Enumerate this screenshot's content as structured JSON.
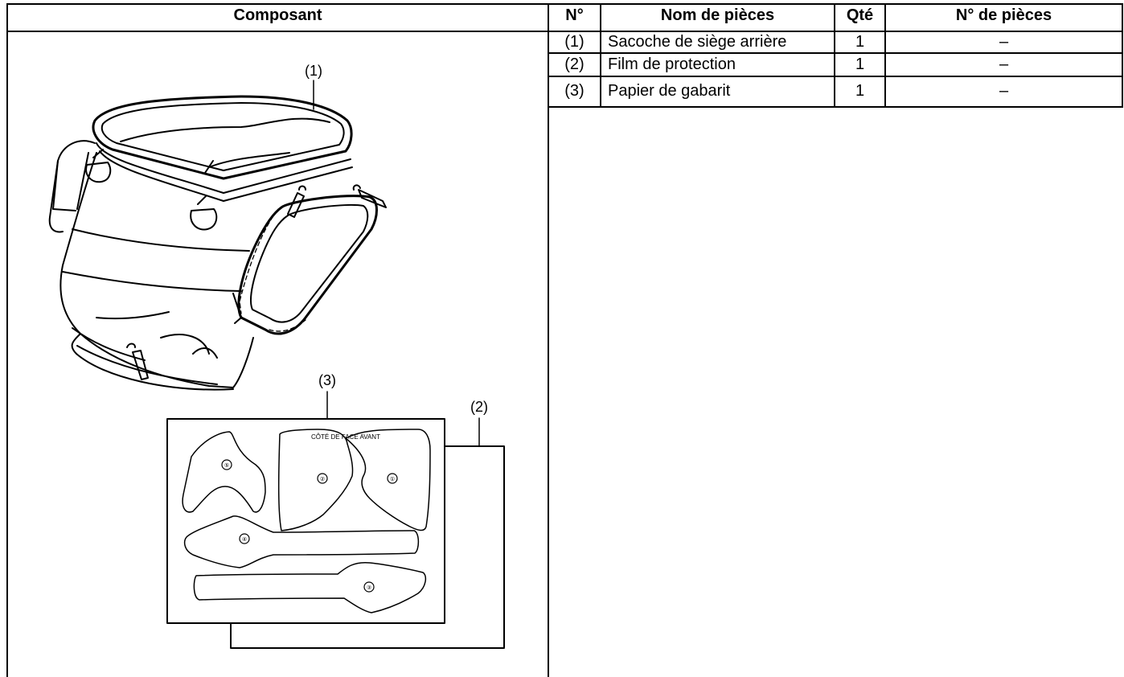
{
  "table": {
    "headers": {
      "composant": "Composant",
      "no": "N°",
      "nom": "Nom de pièces",
      "qte": "Qté",
      "no_pieces": "N° de pièces"
    },
    "rows": [
      {
        "no": "(1)",
        "nom": "Sacoche de siège arrière",
        "qte": "1",
        "no_pieces": "–"
      },
      {
        "no": "(2)",
        "nom": "Film de protection",
        "qte": "1",
        "no_pieces": "–"
      },
      {
        "no": "(3)",
        "nom": "Papier de gabarit",
        "qte": "1",
        "no_pieces": "–"
      }
    ]
  },
  "illustration": {
    "callouts": {
      "bag": "(1)",
      "film": "(2)",
      "template": "(3)"
    },
    "template_caption": "CÔTÉ DE FACE AVANT",
    "piece_numbers": [
      "①",
      "②",
      "③",
      "④",
      "⑤"
    ]
  }
}
